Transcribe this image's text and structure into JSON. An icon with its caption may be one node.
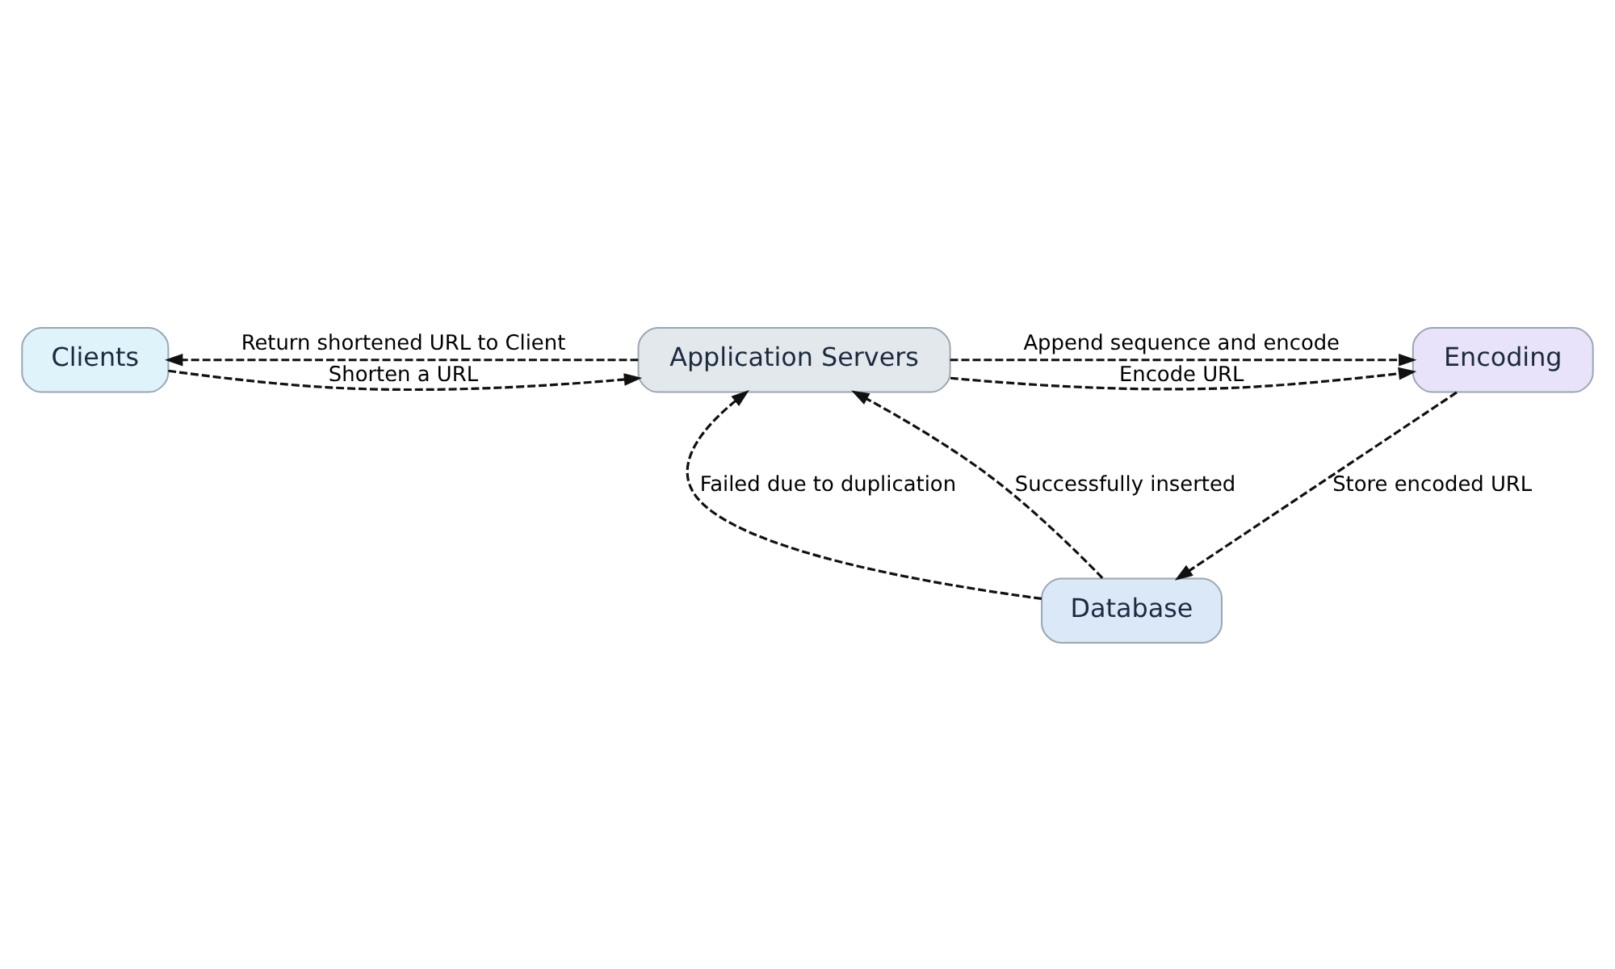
{
  "diagram": {
    "nodes": [
      {
        "text": [
          "Clients"
        ]
      },
      {
        "text": [
          "Application Servers"
        ]
      },
      {
        "text": [
          "Encoding"
        ]
      },
      {
        "text": [
          "Database"
        ]
      }
    ],
    "edges": [
      {
        "from": 0,
        "to": 1,
        "arrow": "to",
        "label": "Shorten a URL"
      },
      {
        "from": 1,
        "to": 0,
        "arrow": "to",
        "label": "Return shortened URL to Client"
      },
      {
        "from": 1,
        "to": 2,
        "arrow": "to",
        "label": "Encode URL"
      },
      {
        "from": 1,
        "to": 2,
        "arrow": "to",
        "label": "Append sequence and encode"
      },
      {
        "from": 2,
        "to": 3,
        "arrow": "to",
        "label": "Store encoded URL"
      },
      {
        "from": 3,
        "to": 1,
        "arrow": "to",
        "label": "Failed due to duplication"
      },
      {
        "from": 3,
        "to": 1,
        "arrow": "to",
        "label": "Successfully inserted"
      }
    ]
  }
}
